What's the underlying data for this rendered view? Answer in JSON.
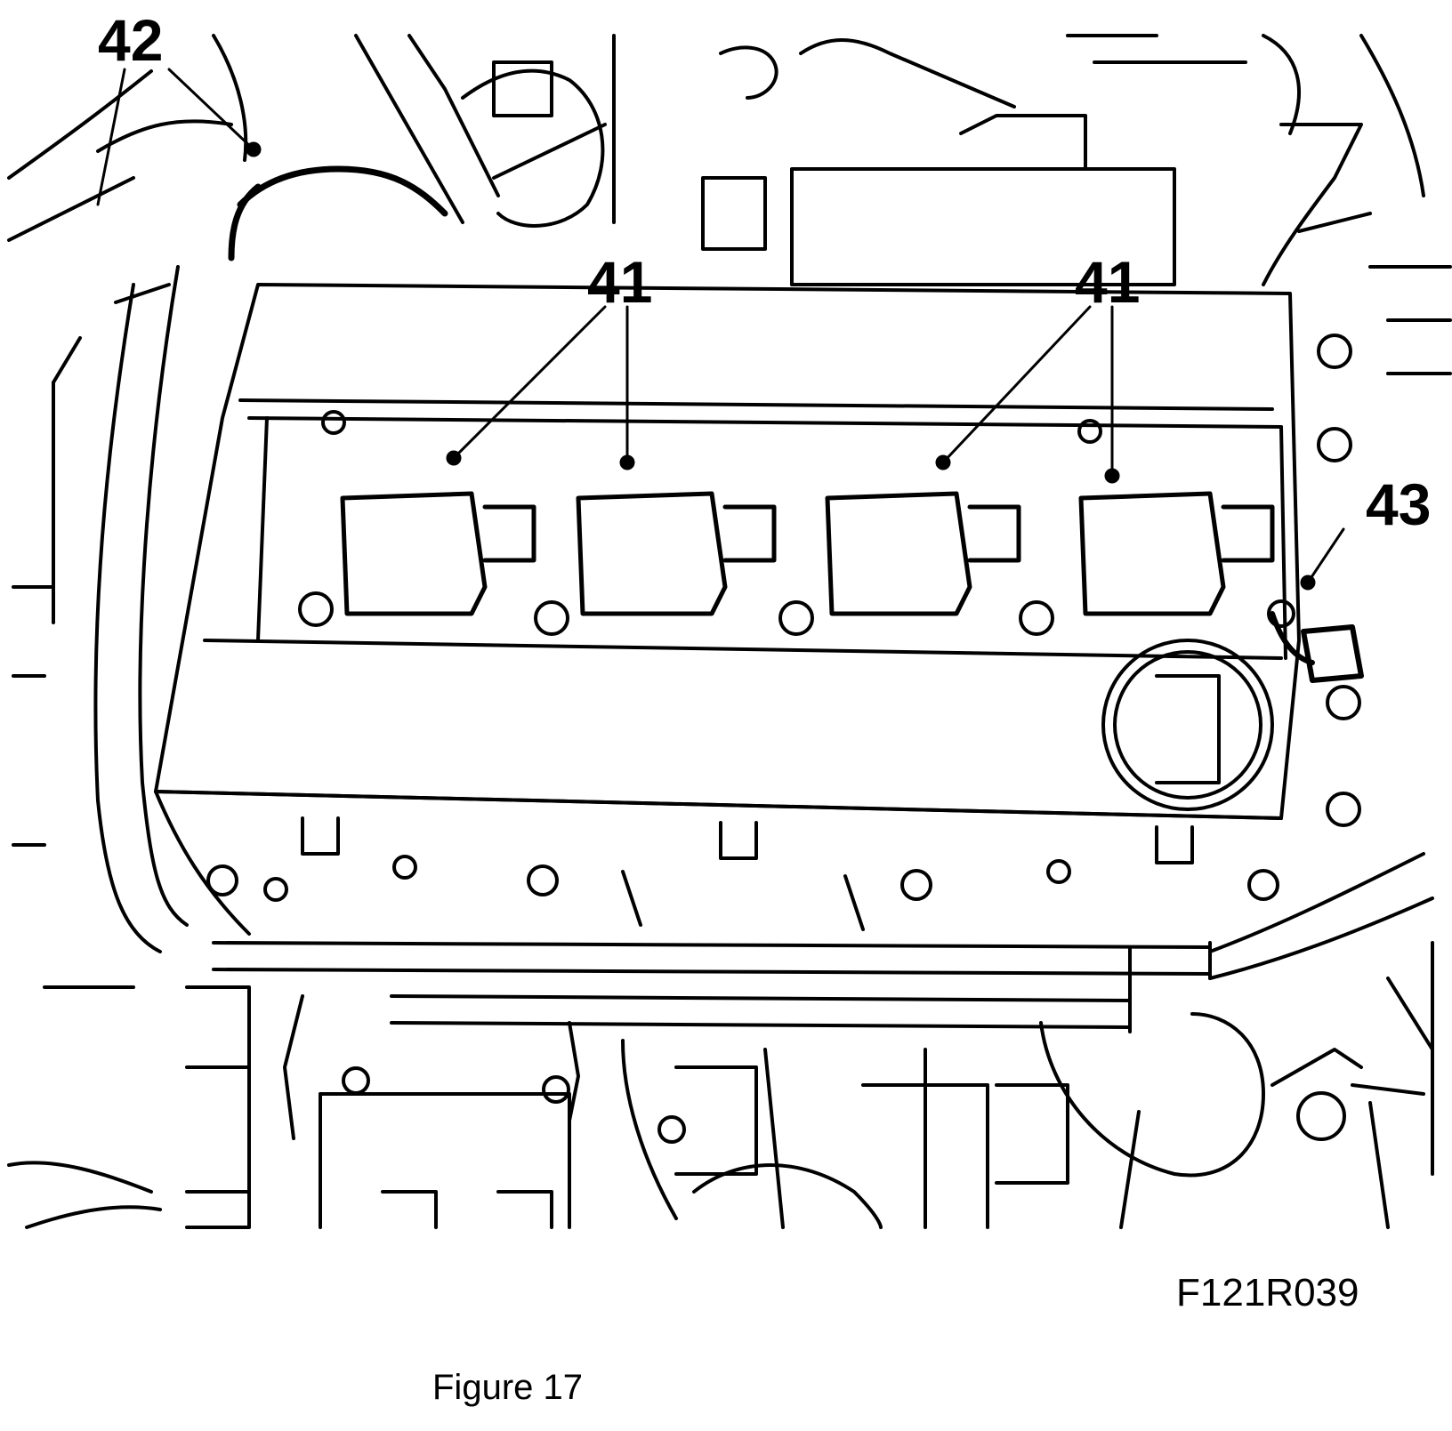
{
  "diagram": {
    "callouts": {
      "coil_1": "41",
      "coil_2": "41",
      "hose": "42",
      "sensor": "43"
    },
    "reference_code": "F121R039"
  },
  "caption": "Figure 17"
}
